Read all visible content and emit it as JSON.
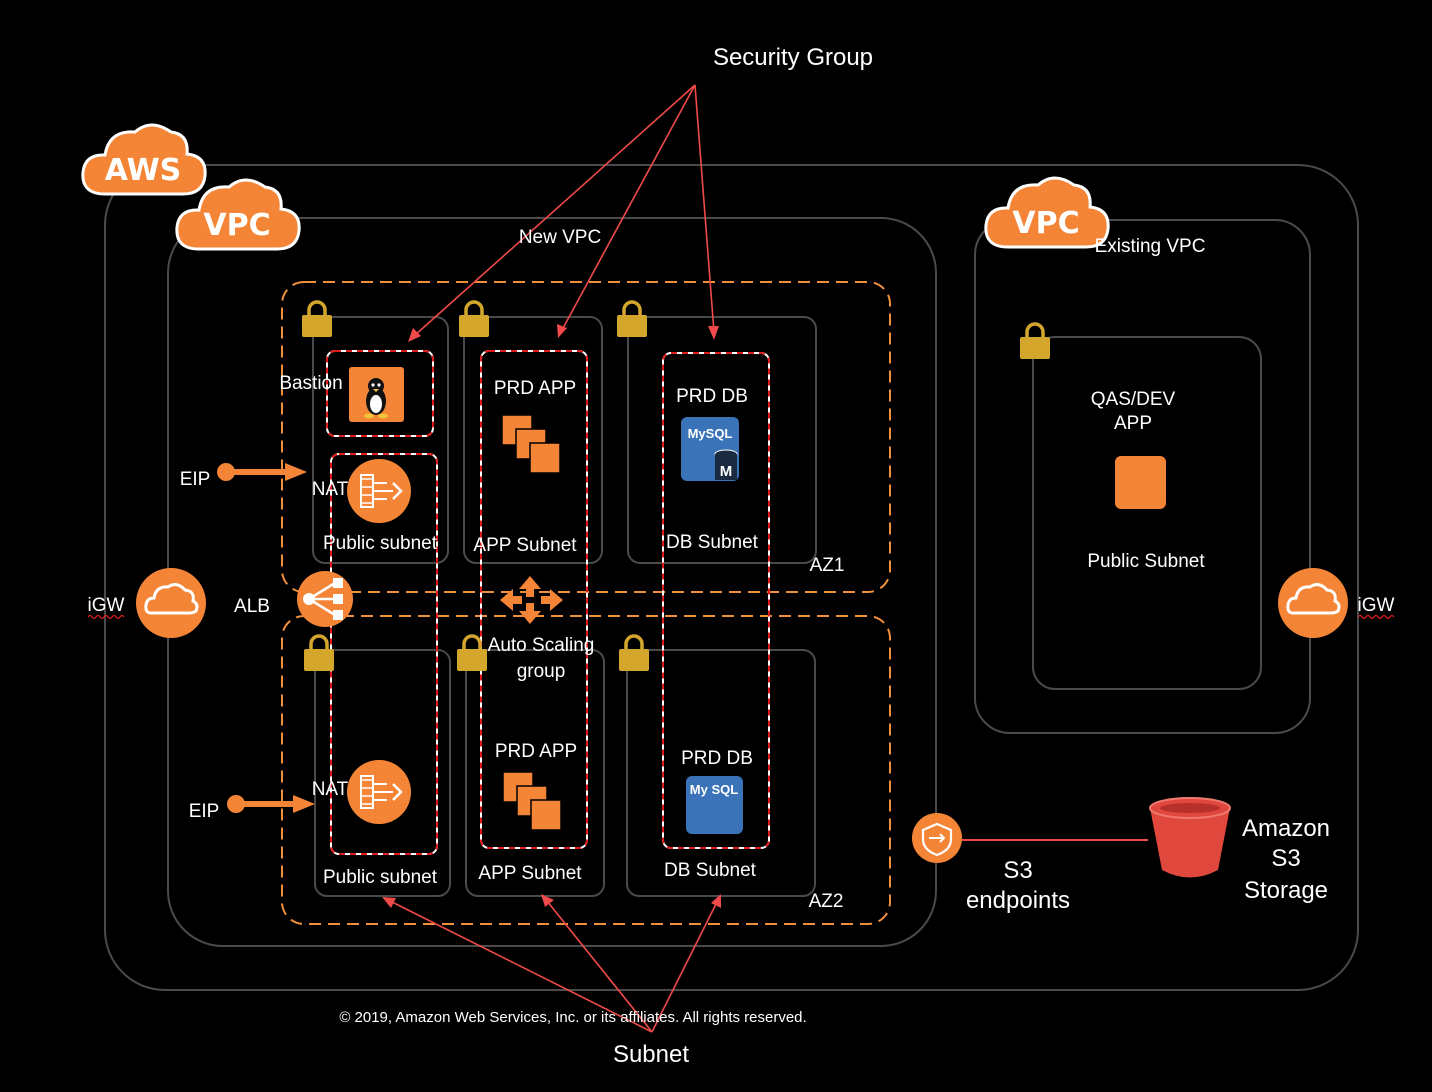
{
  "labels": {
    "security_group": "Security Group",
    "subnet": "Subnet",
    "aws": "AWS",
    "vpc_new_badge": "VPC",
    "vpc_existing_badge": "VPC",
    "new_vpc": "New VPC",
    "existing_vpc": "Existing VPC",
    "bastion": "Bastion",
    "eip_1": "EIP",
    "eip_2": "EIP",
    "nat_1": "NAT",
    "nat_2": "NAT",
    "public_subnet_1": "Public subnet",
    "public_subnet_2": "Public subnet",
    "prd_app_1": "PRD APP",
    "prd_app_2": "PRD APP",
    "app_subnet_1": "APP Subnet",
    "app_subnet_2": "APP Subnet",
    "prd_db_1": "PRD DB",
    "prd_db_2": "PRD DB",
    "db_subnet_1": "DB Subnet",
    "db_subnet_2": "DB Subnet",
    "mysql_1": "MySQL",
    "mysql_1_badge": "M",
    "mysql_2": "My SQL",
    "az1": "AZ1",
    "az2": "AZ2",
    "alb": "ALB",
    "auto_scaling_line1": "Auto Scaling",
    "auto_scaling_line2": "group",
    "igw_left": "iGW",
    "igw_right": "iGW",
    "qas_dev_line1": "QAS/DEV",
    "qas_dev_line2": "APP",
    "public_subnet_existing": "Public Subnet",
    "s3_endpoints_line1": "S3",
    "s3_endpoints_line2": "endpoints",
    "amazon_s3_line1": "Amazon",
    "amazon_s3_line2": "S3",
    "amazon_s3_line3": "Storage",
    "copyright": "© 2019, Amazon Web Services, Inc. or its affiliates. All rights reserved."
  },
  "colors": {
    "aws_orange": "#f58536",
    "frame_gray": "#4a4a4a",
    "az_dashed_orange": "#f0903c",
    "security_group_red": "#e01a1a",
    "annotation_red": "#f04a4a",
    "lock_gold": "#d4a72c",
    "mysql_blue": "#3a73b8",
    "s3_red": "#e0483e",
    "background": "#000000"
  },
  "icons": [
    "aws-cloud-icon",
    "vpc-cloud-icon",
    "lock-icon",
    "linux-penguin-icon",
    "nat-gateway-icon",
    "ec2-instances-icon",
    "mysql-database-icon",
    "load-balancer-icon",
    "auto-scaling-arrows-icon",
    "internet-gateway-icon",
    "instance-square-icon",
    "vpc-endpoint-icon",
    "s3-bucket-icon",
    "eip-arrow-icon"
  ]
}
